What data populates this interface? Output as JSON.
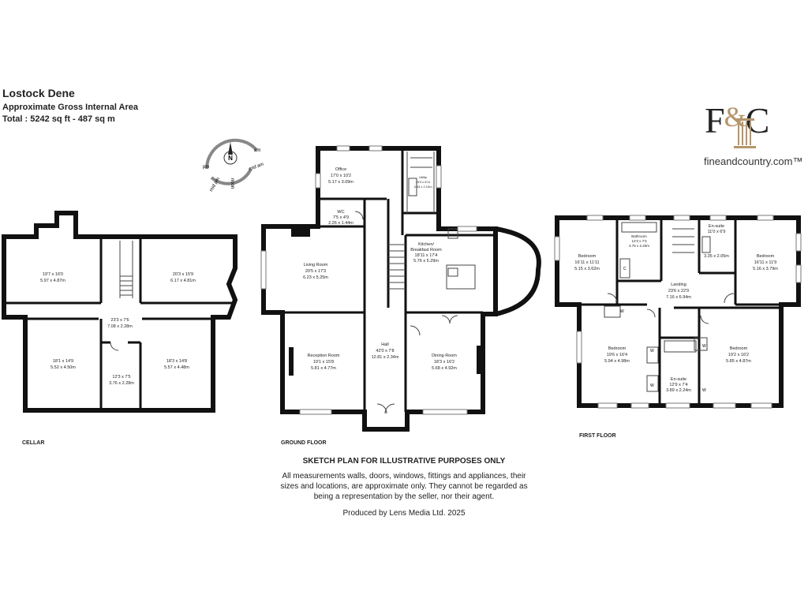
{
  "header": {
    "title": "Lostock Dene",
    "subtitle": "Approximate Gross Internal Area",
    "total": "Total : 5242 sq ft - 487 sq m"
  },
  "brand": {
    "left": "F",
    "amp": "&",
    "right": "C",
    "url": "fineandcountry.com™",
    "accent": "#b5956a"
  },
  "compass": {
    "labels": [
      "am",
      "mid am",
      "noon",
      "mid pm",
      "pm"
    ],
    "north": "N"
  },
  "floors": {
    "cellar": {
      "label": "CELLAR",
      "rooms": [
        {
          "dims": "19'7 x 16'0",
          "metric": "5.97 x 4.87m"
        },
        {
          "dims": "20'3 x 15'9",
          "metric": "6.17 x 4.81m"
        },
        {
          "dims": "23'3 x 7'6",
          "metric": "7.08 x 2.28m"
        },
        {
          "dims": "18'1 x 14'9",
          "metric": "5.52 x 4.50m"
        },
        {
          "dims": "12'3 x 7'5",
          "metric": "3.76 x 2.28m"
        },
        {
          "dims": "18'3 x 14'8",
          "metric": "5.57 x 4.48m"
        }
      ]
    },
    "ground": {
      "label": "GROUND FLOOR",
      "rooms": [
        {
          "name": "Office",
          "dims": "17'0 x 10'2",
          "metric": "5.17 x 3.09m"
        },
        {
          "name": "WC",
          "dims": "7'5 x 4'9",
          "metric": "2.26 x 1.44m"
        },
        {
          "name": "Utility",
          "dims": "16'3 x 6'11",
          "metric": "4.93 x 2.10m"
        },
        {
          "name": "Living Room",
          "dims": "20'5 x 17'3",
          "metric": "6.23 x 5.25m"
        },
        {
          "name": "Kitchen/",
          "name2": "Breakfast Room",
          "dims": "18'11 x 17'4",
          "metric": "5.76 x 5.29m"
        },
        {
          "name": "Reception Room",
          "dims": "19'1 x 15'8",
          "metric": "5.81 x 4.77m"
        },
        {
          "name": "Hall",
          "dims": "42'0 x 7'8",
          "metric": "12.81 x 2.34m"
        },
        {
          "name": "Dining Room",
          "dims": "18'3 x 16'2",
          "metric": "5.68 x 4.92m"
        }
      ]
    },
    "first": {
      "label": "FIRST FLOOR",
      "rooms": [
        {
          "name": "Bedroom",
          "dims": "16'11 x 11'11",
          "metric": "5.15 x 3.62m"
        },
        {
          "name": "Bathroom",
          "dims": "12'3 x 7'3",
          "metric": "3.75 x 2.20m"
        },
        {
          "name": "En-suite",
          "dims": "11'0 x 6'9",
          "metric": "3.35 x 2.05m"
        },
        {
          "name": "Bedroom",
          "dims": "16'11 x 11'9",
          "metric": "5.16 x 3.79m"
        },
        {
          "name": "Landing",
          "dims": "23'6 x 22'9",
          "metric": "7.16 x 6.94m"
        },
        {
          "name": "Bedroom",
          "dims": "19'6 x 16'4",
          "metric": "5.94 x 4.98m"
        },
        {
          "name": "Bedroom",
          "dims": "19'2 x 16'2",
          "metric": "5.85 x 4.87m"
        },
        {
          "name": "En-suite",
          "dims": "12'9 x 7'4",
          "metric": "3.89 x 2.24m"
        }
      ],
      "marks": {
        "wardrobe": "W",
        "cupboard": "C"
      }
    }
  },
  "footer": {
    "heading": "SKETCH PLAN FOR ILLUSTRATIVE PURPOSES ONLY",
    "line1": "All measurements walls, doors, windows, fittings and appliances, their",
    "line2": "sizes and locations, are approximate only. They cannot be regarded as",
    "line3": "being a representation by the seller, nor their agent.",
    "produced": "Produced by Lens Media Ltd. 2025"
  }
}
